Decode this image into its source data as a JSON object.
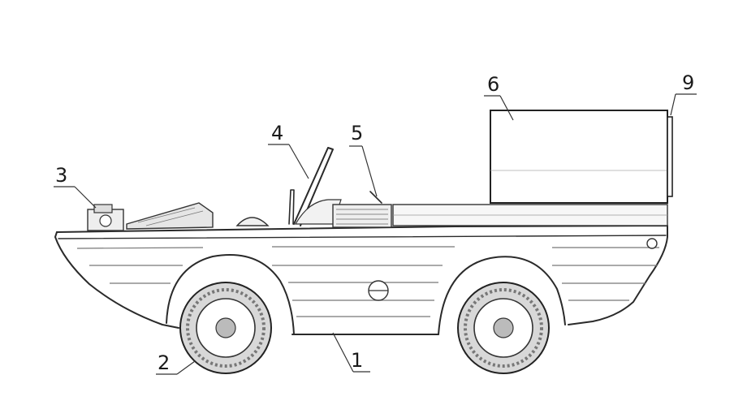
{
  "diagram": {
    "callouts": [
      {
        "id": "1",
        "label": "1"
      },
      {
        "id": "2",
        "label": "2"
      },
      {
        "id": "3",
        "label": "3"
      },
      {
        "id": "4",
        "label": "4"
      },
      {
        "id": "5",
        "label": "5"
      },
      {
        "id": "6",
        "label": "6"
      },
      {
        "id": "9",
        "label": "9"
      }
    ]
  }
}
